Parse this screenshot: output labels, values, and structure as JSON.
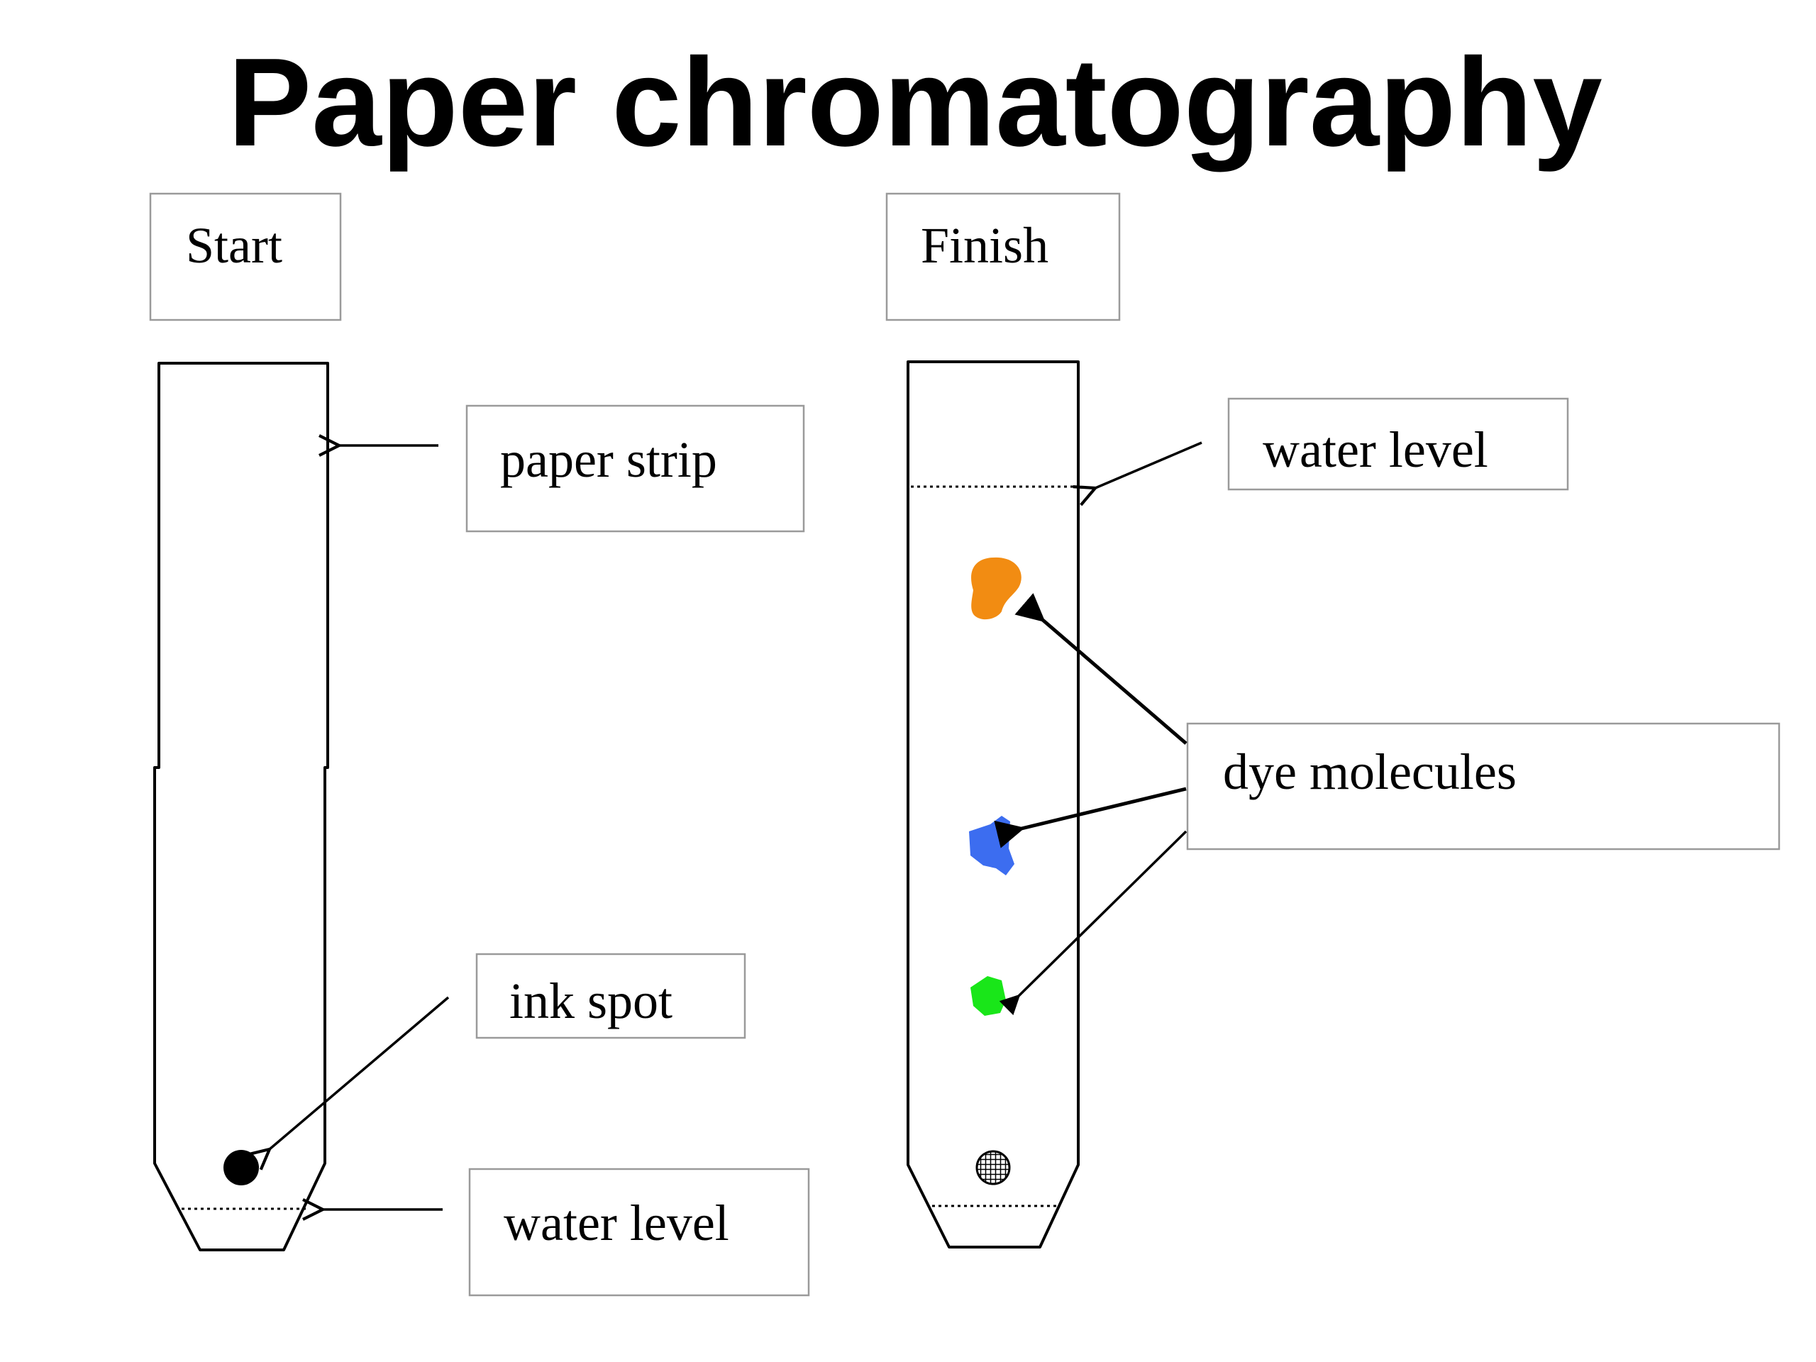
{
  "title": "Paper chromatography",
  "panels": {
    "start_label": "Start",
    "finish_label": "Finish"
  },
  "labels": {
    "paper_strip": "paper strip",
    "ink_spot": "ink spot",
    "water_level_start": "water level",
    "water_level_finish": "water level",
    "dye_molecules": "dye molecules"
  },
  "colors": {
    "orange_dye": "#f28c12",
    "blue_dye": "#3c6df0",
    "green_dye": "#19e619",
    "ink_spot": "#000000"
  }
}
